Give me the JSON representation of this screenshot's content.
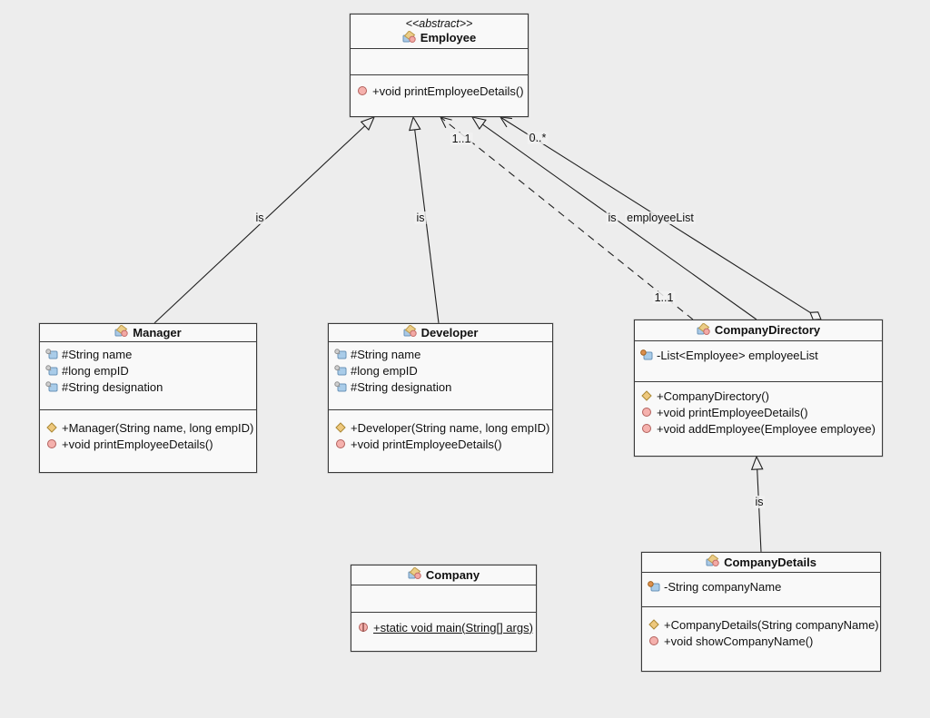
{
  "canvas": {
    "background_color": "#ededed",
    "node_fill_color": "#f9f9f9",
    "line_color": "#1f1f1f"
  },
  "icons": {
    "class-icon": "two-tone class glyph (tan diamond, blue square, pink circle)",
    "protected-field-icon": "blue square with gray key marker",
    "private-field-icon": "blue square with orange circle marker",
    "public-method-icon": "pink circle",
    "constructor-icon": "tan diamond",
    "static-method-icon": "pink circle with vertical bar"
  },
  "classes": [
    {
      "name": "Employee",
      "stereotype": "<<abstract>>",
      "fields": [],
      "methods": [
        {
          "icon": "public-method-icon",
          "label": "+void printEmployeeDetails()"
        }
      ]
    },
    {
      "name": "Manager",
      "fields": [
        {
          "icon": "protected-field-icon",
          "label": "#String name"
        },
        {
          "icon": "protected-field-icon",
          "label": "#long empID"
        },
        {
          "icon": "protected-field-icon",
          "label": "#String designation"
        }
      ],
      "methods": [
        {
          "icon": "constructor-icon",
          "label": "+Manager(String name, long empID)"
        },
        {
          "icon": "public-method-icon",
          "label": "+void printEmployeeDetails()"
        }
      ]
    },
    {
      "name": "Developer",
      "fields": [
        {
          "icon": "protected-field-icon",
          "label": "#String name"
        },
        {
          "icon": "protected-field-icon",
          "label": "#long empID"
        },
        {
          "icon": "protected-field-icon",
          "label": "#String designation"
        }
      ],
      "methods": [
        {
          "icon": "constructor-icon",
          "label": "+Developer(String name, long empID)"
        },
        {
          "icon": "public-method-icon",
          "label": "+void printEmployeeDetails()"
        }
      ]
    },
    {
      "name": "CompanyDirectory",
      "fields": [
        {
          "icon": "private-field-icon",
          "label": "-List<Employee> employeeList"
        }
      ],
      "methods": [
        {
          "icon": "constructor-icon",
          "label": "+CompanyDirectory()"
        },
        {
          "icon": "public-method-icon",
          "label": "+void printEmployeeDetails()"
        },
        {
          "icon": "public-method-icon",
          "label": "+void addEmployee(Employee employee)"
        }
      ]
    },
    {
      "name": "Company",
      "fields": [],
      "methods": [
        {
          "icon": "static-method-icon",
          "label": "+static void main(String[] args)",
          "underline": true
        }
      ]
    },
    {
      "name": "CompanyDetails",
      "fields": [
        {
          "icon": "private-field-icon",
          "label": "-String companyName"
        }
      ],
      "methods": [
        {
          "icon": "constructor-icon",
          "label": "+CompanyDetails(String companyName)"
        },
        {
          "icon": "public-method-icon",
          "label": "+void showCompanyName()"
        }
      ]
    }
  ],
  "relationships": {
    "manager_to_employee": {
      "type": "generalization",
      "label": "is"
    },
    "developer_to_employee": {
      "type": "generalization",
      "label": "is"
    },
    "directory_to_employee_generalization": {
      "type": "generalization",
      "label": "is"
    },
    "directory_to_employee_aggregation": {
      "type": "aggregation",
      "label": "employeeList",
      "multiplicity_employee_end": "0..*"
    },
    "directory_to_employee_dashed": {
      "type": "dashed-association",
      "multiplicity_employee_end": "1..1",
      "multiplicity_directory_end": "1..1"
    },
    "details_to_directory": {
      "type": "generalization",
      "label": "is"
    }
  }
}
